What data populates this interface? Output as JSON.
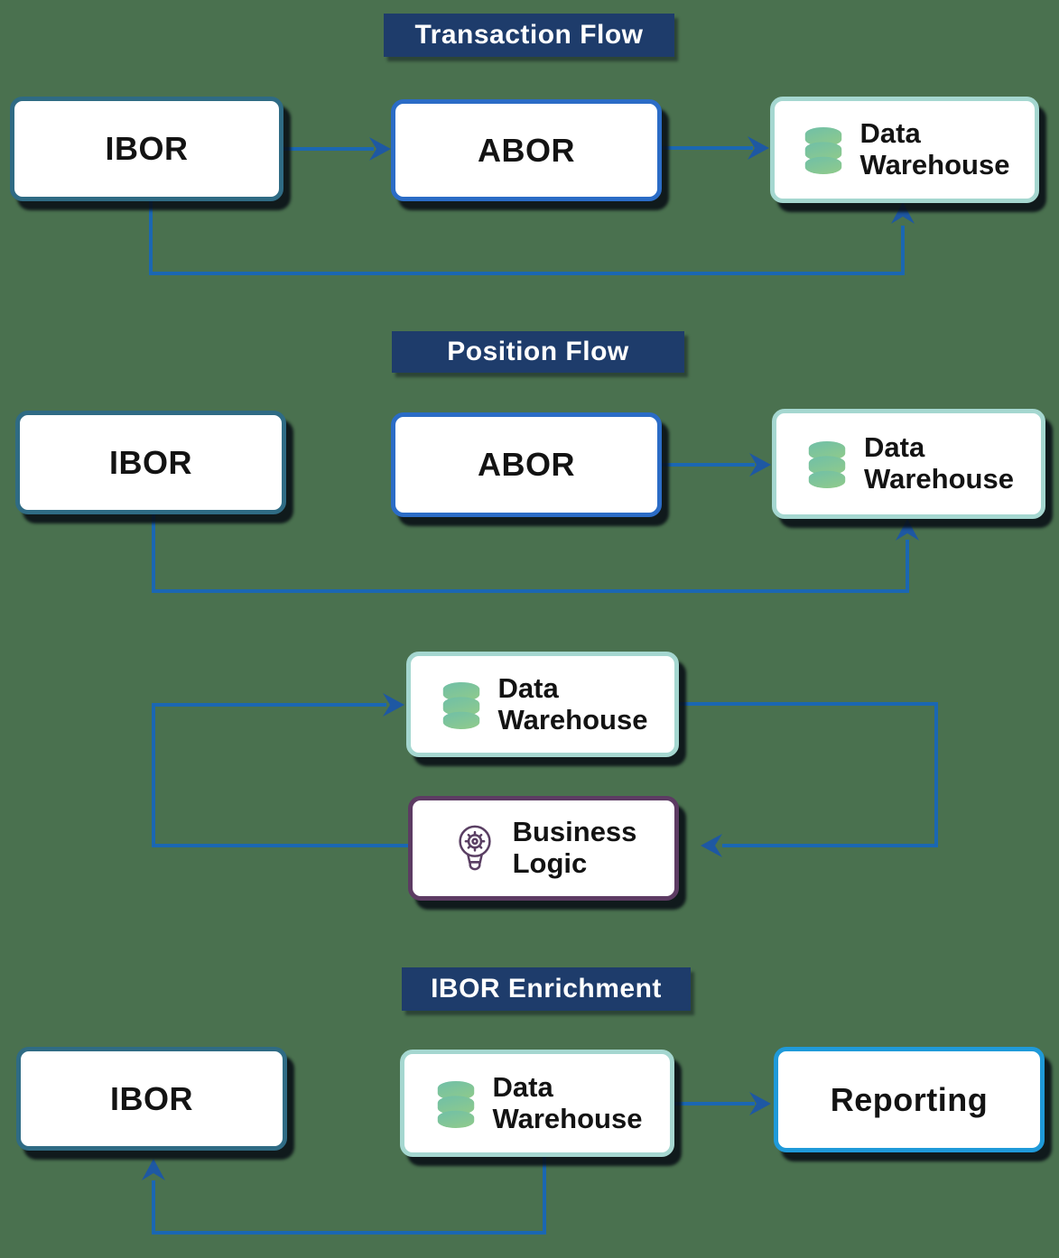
{
  "badges": {
    "transaction_flow": "Transaction Flow",
    "position_flow": "Position Flow",
    "ibor_enrichment": "IBOR Enrichment"
  },
  "labels": {
    "ibor": "IBOR",
    "abor": "ABOR",
    "data_warehouse": {
      "line1": "Data",
      "line2": "Warehouse"
    },
    "business_logic": {
      "line1": "Business",
      "line2": "Logic"
    },
    "reporting": "Reporting"
  },
  "icons": {
    "database": "database-icon",
    "business_logic": "lightbulb-gear-icon"
  },
  "colors": {
    "background": "#4A714F",
    "connector": "#1B67B2",
    "arrowhead": "#1E58A3",
    "badge_bg": "#1E3C6B",
    "badge_text": "#FFFFFF",
    "node_bg": "#FFFFFF",
    "node_text": "#131313",
    "border_ibor": "#2F6B84",
    "border_abor": "#2B6CC6",
    "border_data_warehouse": "#A5D7D0",
    "border_reporting": "#1F9AD9",
    "border_business_logic": "#5D3B63",
    "db_icon_top": "#6FBFA8",
    "db_icon_bottom": "#8CC98E",
    "bulb_icon_stroke": "#5A3F63"
  }
}
